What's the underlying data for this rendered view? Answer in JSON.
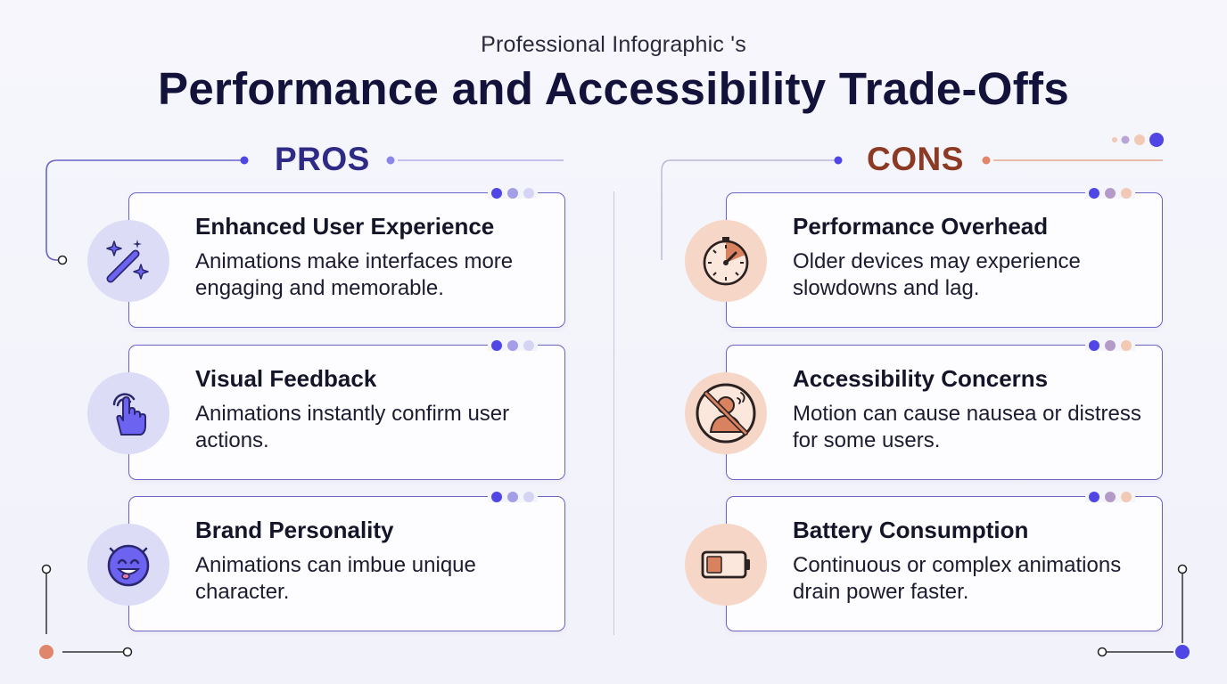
{
  "header": {
    "kicker": "Professional Infographic 's",
    "title": "Performance and Accessibility Trade-Offs"
  },
  "pros": {
    "heading": "PROS",
    "items": [
      {
        "title": "Enhanced User Experience",
        "text": "Animations make interfaces more engaging and memorable.",
        "icon": "magic-wand-icon"
      },
      {
        "title": "Visual Feedback",
        "text": "Animations instantly confirm user actions.",
        "icon": "tap-hand-icon"
      },
      {
        "title": "Brand Personality",
        "text": "Animations can imbue unique character.",
        "icon": "smiley-face-icon"
      }
    ]
  },
  "cons": {
    "heading": "CONS",
    "items": [
      {
        "title": "Performance Overhead",
        "text": "Older devices may experience slowdowns and lag.",
        "icon": "speedometer-icon"
      },
      {
        "title": "Accessibility Concerns",
        "text": "Motion can cause nausea or distress for some users.",
        "icon": "no-motion-icon"
      },
      {
        "title": "Battery Consumption",
        "text": "Continuous or complex animations drain power faster.",
        "icon": "low-battery-icon"
      }
    ]
  },
  "colors": {
    "pros_accent": "#4f46e5",
    "cons_accent": "#d9825f",
    "border": "#6a64c6",
    "pros_icon_bg": "#dcdcf6",
    "cons_icon_bg": "#f6d6c6"
  }
}
